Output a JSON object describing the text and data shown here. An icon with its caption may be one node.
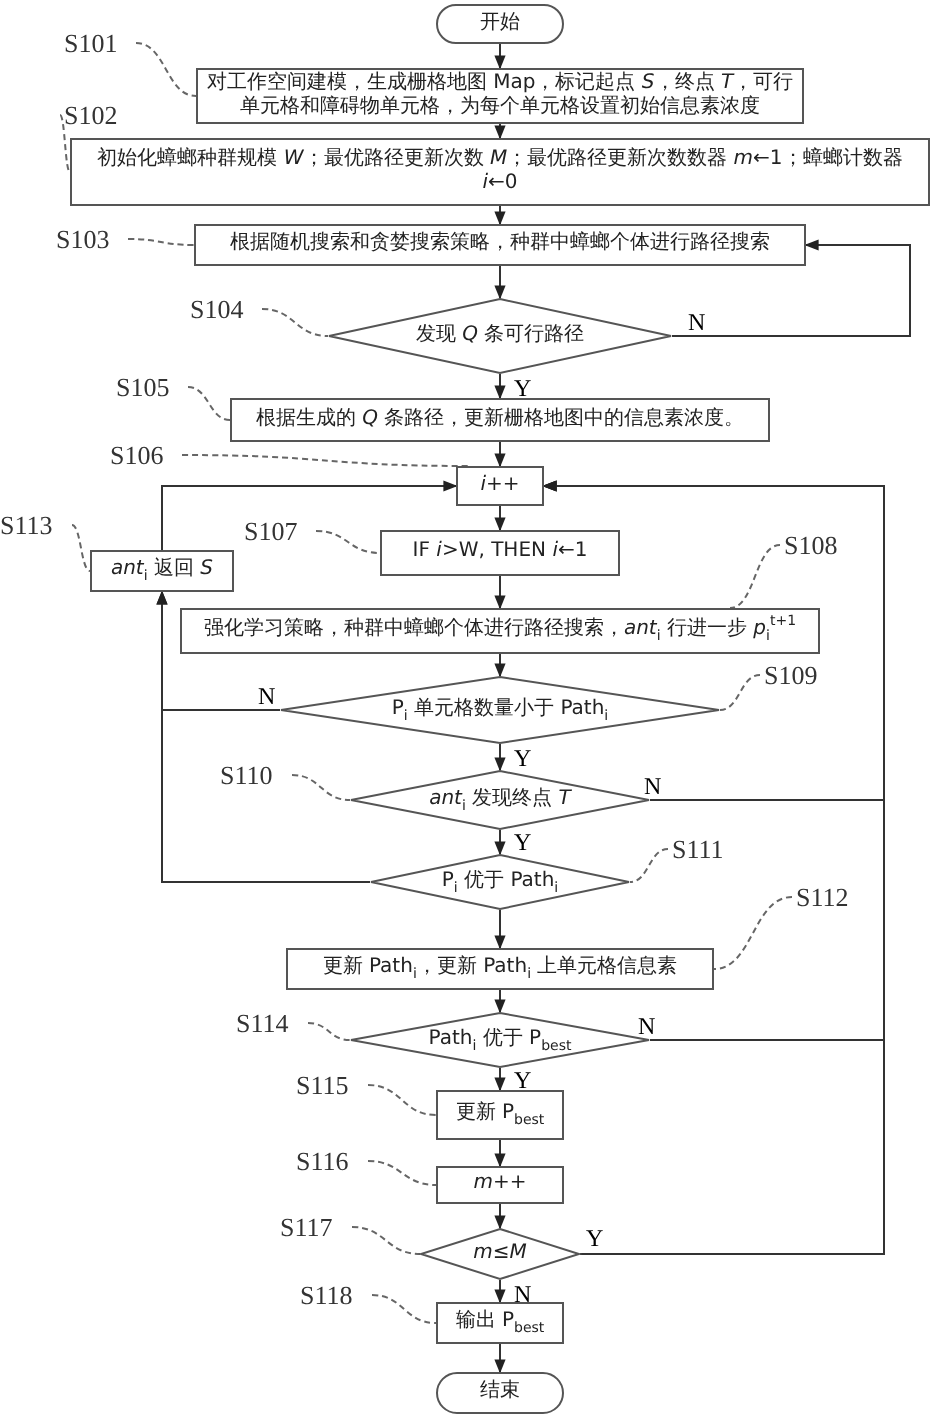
{
  "diagram": {
    "nodes": [
      {
        "text": [
          "开始"
        ]
      },
      {
        "text": [
          "对工作空间建模，生成栅格地图 Map，标记起点 *S*，终点 *T*，可行单元格和障碍物单元格，为每个单元格设置初始信息素浓度"
        ]
      },
      {
        "text": [
          "初始化蟑螂种群规模 *W*；最优路径更新次数 *M*；最优路径更新次数数器 *m*←1；蟑螂计数器 *i*←0"
        ]
      },
      {
        "text": [
          "根据随机搜索和贪婪搜索策略，种群中蟑螂个体进行路径搜索"
        ]
      },
      {
        "text": [
          "发现 *Q* 条可行路径"
        ]
      },
      {
        "text": [
          "根据生成的 *Q* 条路径，更新栅格地图中的信息素浓度。"
        ]
      },
      {
        "text": [
          "*i*++"
        ]
      },
      {
        "text": [
          "IF *i*>W, THEN *i*←1"
        ]
      },
      {
        "text": [
          "*ant*$_{i}$ 返回 *S*"
        ]
      },
      {
        "text": [
          "强化学习策略，种群中蟑螂个体进行路径搜索，*ant*$_{i}$ 行进一步 *p*$_{i}$$^{t+1}$"
        ]
      },
      {
        "text": [
          "P$_{i}$ 单元格数量小于 Path$_{i}$"
        ]
      },
      {
        "text": [
          "*ant*$_{i}$ 发现终点 *T*"
        ]
      },
      {
        "text": [
          "P$_{i}$ 优于 Path$_{i}$"
        ]
      },
      {
        "text": [
          "更新 Path$_{i}$，更新 Path$_{i}$ 上单元格信息素"
        ]
      },
      {
        "text": [
          "Path$_{i}$ 优于 P$_{best}$"
        ]
      },
      {
        "text": [
          "更新 P$_{best}$"
        ]
      },
      {
        "text": [
          "*m*++"
        ]
      },
      {
        "text": [
          "*m*≤*M*"
        ]
      },
      {
        "text": [
          "输出 P$_{best}$"
        ]
      },
      {
        "text": [
          "结束"
        ]
      },
      {
        "text": [
          "S101"
        ]
      },
      {
        "text": [
          "S102"
        ]
      },
      {
        "text": [
          "S103"
        ]
      },
      {
        "text": [
          "S104"
        ]
      },
      {
        "text": [
          "S105"
        ]
      },
      {
        "text": [
          "S106"
        ]
      },
      {
        "text": [
          "S113"
        ]
      },
      {
        "text": [
          "S107"
        ]
      },
      {
        "text": [
          "S108"
        ]
      },
      {
        "text": [
          "S109"
        ]
      },
      {
        "text": [
          "S110"
        ]
      },
      {
        "text": [
          "S111"
        ]
      },
      {
        "text": [
          "S112"
        ]
      },
      {
        "text": [
          "S114"
        ]
      },
      {
        "text": [
          "S115"
        ]
      },
      {
        "text": [
          "S116"
        ]
      },
      {
        "text": [
          "S117"
        ]
      },
      {
        "text": [
          "S118"
        ]
      }
    ],
    "edges": [
      {
        "from": 0,
        "to": 1,
        "arrow": "to"
      },
      {
        "from": 1,
        "to": 2,
        "arrow": "to"
      },
      {
        "from": 2,
        "to": 3,
        "arrow": "to"
      },
      {
        "from": 3,
        "to": 4,
        "arrow": "to"
      },
      {
        "from": 4,
        "to": 3,
        "arrow": "to",
        "label": "N"
      },
      {
        "from": 4,
        "to": 5,
        "arrow": "to",
        "label": "Y"
      },
      {
        "from": 5,
        "to": 6,
        "arrow": "to"
      },
      {
        "from": 6,
        "to": 7,
        "arrow": "to"
      },
      {
        "from": 7,
        "to": 9,
        "arrow": "to"
      },
      {
        "from": 9,
        "to": 10,
        "arrow": "to"
      },
      {
        "from": 10,
        "to": 8,
        "arrow": "to",
        "label": "N"
      },
      {
        "from": 8,
        "to": 6,
        "arrow": "to"
      },
      {
        "from": 10,
        "to": 11,
        "arrow": "to",
        "label": "Y"
      },
      {
        "from": 11,
        "to": 6,
        "arrow": "to",
        "label": "N"
      },
      {
        "from": 11,
        "to": 12,
        "arrow": "to",
        "label": "Y"
      },
      {
        "from": 12,
        "to": 8,
        "arrow": "to"
      },
      {
        "from": 12,
        "to": 13,
        "arrow": "to"
      },
      {
        "from": 13,
        "to": 14,
        "arrow": "to"
      },
      {
        "from": 14,
        "to": 15,
        "arrow": "to",
        "label": "Y"
      },
      {
        "from": 14,
        "to": 6,
        "arrow": "to",
        "label": "N"
      },
      {
        "from": 15,
        "to": 16,
        "arrow": "to"
      },
      {
        "from": 16,
        "to": 17,
        "arrow": "to"
      },
      {
        "from": 17,
        "to": 18,
        "arrow": "to",
        "label": "N"
      },
      {
        "from": 17,
        "to": 6,
        "arrow": "to",
        "label": "Y"
      },
      {
        "from": 18,
        "to": 19,
        "arrow": "to"
      },
      {
        "from": 20,
        "to": 1,
        "arrow": "none",
        "style": "dashed"
      },
      {
        "from": 21,
        "to": 2,
        "arrow": "none",
        "style": "dashed"
      },
      {
        "from": 22,
        "to": 3,
        "arrow": "none",
        "style": "dashed"
      },
      {
        "from": 23,
        "to": 4,
        "arrow": "none",
        "style": "dashed"
      },
      {
        "from": 24,
        "to": 5,
        "arrow": "none",
        "style": "dashed"
      },
      {
        "from": 25,
        "to": 6,
        "arrow": "none",
        "style": "dashed"
      },
      {
        "from": 26,
        "to": 8,
        "arrow": "none",
        "style": "dashed"
      },
      {
        "from": 27,
        "to": 7,
        "arrow": "none",
        "style": "dashed"
      },
      {
        "from": 28,
        "to": 9,
        "arrow": "none",
        "style": "dashed"
      },
      {
        "from": 29,
        "to": 10,
        "arrow": "none",
        "style": "dashed"
      },
      {
        "from": 30,
        "to": 11,
        "arrow": "none",
        "style": "dashed"
      },
      {
        "from": 31,
        "to": 12,
        "arrow": "none",
        "style": "dashed"
      },
      {
        "from": 32,
        "to": 13,
        "arrow": "none",
        "style": "dashed"
      },
      {
        "from": 33,
        "to": 14,
        "arrow": "none",
        "style": "dashed"
      },
      {
        "from": 34,
        "to": 15,
        "arrow": "none",
        "style": "dashed"
      },
      {
        "from": 35,
        "to": 16,
        "arrow": "none",
        "style": "dashed"
      },
      {
        "from": 36,
        "to": 17,
        "arrow": "none",
        "style": "dashed"
      },
      {
        "from": 37,
        "to": 18,
        "arrow": "none",
        "style": "dashed"
      }
    ]
  }
}
